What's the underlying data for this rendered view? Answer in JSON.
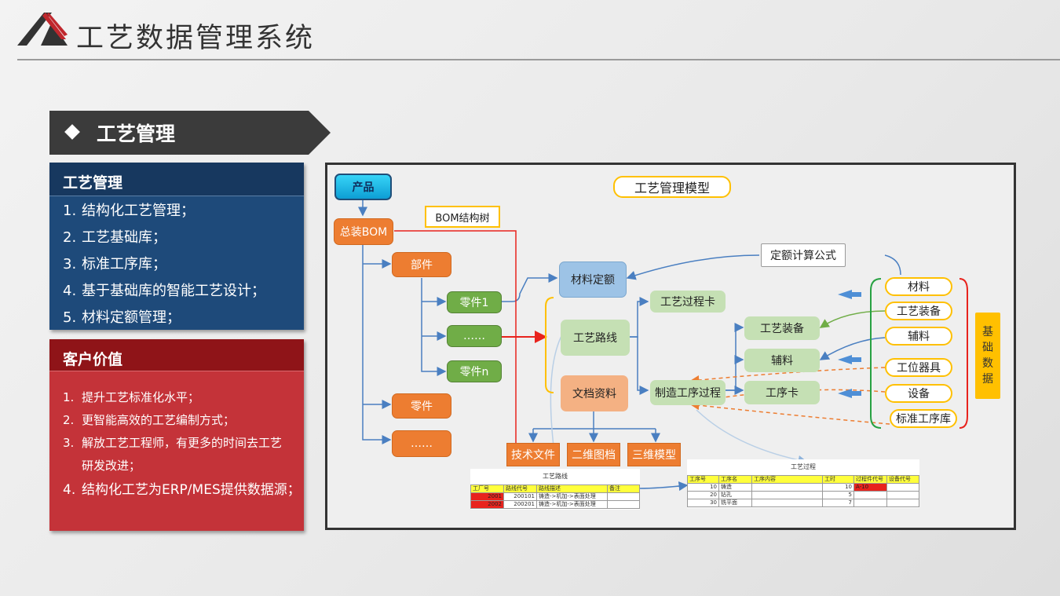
{
  "header": {
    "title": "工艺数据管理系统"
  },
  "section": {
    "title": "工艺管理"
  },
  "panel_blue": {
    "title": "工艺管理",
    "items": [
      {
        "num": "1.",
        "text": "结构化工艺管理；"
      },
      {
        "num": "2.",
        "text": "工艺基础库；"
      },
      {
        "num": "3.",
        "text": "标准工序库；"
      },
      {
        "num": "4.",
        "text": "基于基础库的智能工艺设计；"
      },
      {
        "num": "5.",
        "text": "材料定额管理；"
      }
    ]
  },
  "panel_red": {
    "title": "客户价值",
    "items": [
      {
        "num": "1.",
        "text": "提升工艺标准化水平；"
      },
      {
        "num": "2.",
        "text": "更智能高效的工艺编制方式；"
      },
      {
        "num": "3.",
        "text": "解放工艺工程师，有更多的时间去工艺",
        "cont": "研发改进；"
      },
      {
        "num": "4.",
        "text": "结构化工艺为ERP/MES提供数据源；"
      }
    ]
  },
  "diagram": {
    "title": "工艺管理模型",
    "product": "产品",
    "bom_tree": "BOM结构树",
    "bom": "总装BOM",
    "part_asm": "部件",
    "part1": "零件1",
    "part_dots": "……",
    "partn": "零件n",
    "part": "零件",
    "dots": "……",
    "material_quota": "材料定额",
    "route": "工艺路线",
    "docs": "文档资料",
    "process_card": "工艺过程卡",
    "mfg_process": "制造工序过程",
    "equip": "工艺装备",
    "aux": "辅料",
    "op_card": "工序卡",
    "formula": "定额计算公式",
    "tech_file": "技术文件",
    "drawing_2d": "二维图档",
    "model_3d": "三维模型",
    "basics": [
      "材料",
      "工艺装备",
      "辅料",
      "工位器具",
      "设备",
      "标准工序库"
    ],
    "base_label": [
      "基",
      "础",
      "数",
      "据"
    ]
  },
  "route_table": {
    "title": "工艺路线",
    "headers": [
      "工厂号",
      "路线代号",
      "路线描述",
      "备注"
    ],
    "rows": [
      [
        "2001",
        "200101",
        "铸造->机加->表面处理",
        ""
      ],
      [
        "2002",
        "200201",
        "铸造->机加->表面处理",
        ""
      ]
    ]
  },
  "process_table": {
    "title": "工艺过程",
    "headers": [
      "工序号",
      "工序名",
      "工序内容",
      "工时",
      "过程件代号",
      "设备代号"
    ],
    "rows": [
      [
        "10",
        "铸造",
        "",
        "10",
        "A-10",
        ""
      ],
      [
        "20",
        "钻孔",
        "",
        "5",
        "",
        ""
      ],
      [
        "30",
        "铣平面",
        "",
        "7",
        "",
        ""
      ]
    ]
  },
  "colors": {
    "blue_panel": "#1e4a7a",
    "red_panel": "#c43339",
    "orange": "#ed7d31",
    "green": "#70ad47",
    "gold": "#ffc000"
  }
}
